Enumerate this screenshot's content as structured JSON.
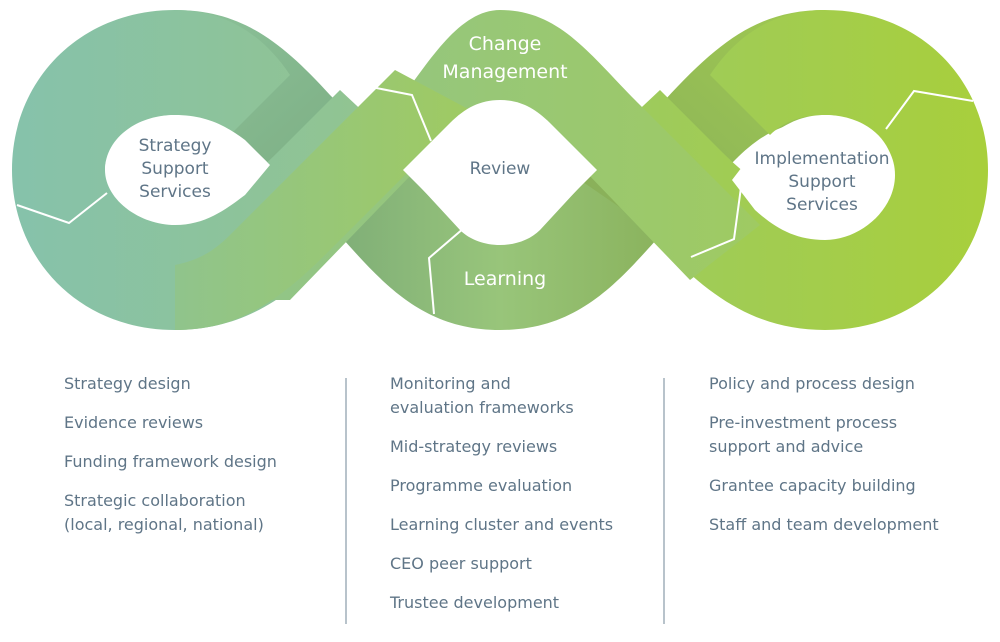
{
  "diagram": {
    "hubs": [
      {
        "id": "strategy",
        "lines": [
          "Strategy",
          "Support",
          "Services"
        ]
      },
      {
        "id": "review",
        "lines": [
          "Review"
        ]
      },
      {
        "id": "implementation",
        "lines": [
          "Implementation",
          "Support",
          "Services"
        ]
      }
    ],
    "bands": [
      {
        "id": "change-management",
        "lines": [
          "Change",
          "Management"
        ]
      },
      {
        "id": "learning",
        "lines": [
          "Learning"
        ]
      }
    ],
    "colors": {
      "left_loop": "#8cc4a8",
      "middle": "#96c47e",
      "right_loop": "#a5cc45",
      "shadow": "#7da877",
      "hub_text": "#5f7587",
      "band_text": "#ffffff"
    }
  },
  "columns": [
    {
      "id": "strategy",
      "items": [
        "Strategy design",
        "Evidence reviews",
        "Funding framework design",
        "Strategic collaboration\n(local, regional, national)"
      ]
    },
    {
      "id": "review",
      "items": [
        "Monitoring and\nevaluation frameworks",
        "Mid-strategy reviews",
        "Programme evaluation",
        "Learning cluster and events",
        "CEO peer support",
        "Trustee development"
      ]
    },
    {
      "id": "implementation",
      "items": [
        "Policy and process design",
        "Pre-investment process\nsupport and advice",
        "Grantee capacity building",
        "Staff and team development"
      ]
    }
  ]
}
